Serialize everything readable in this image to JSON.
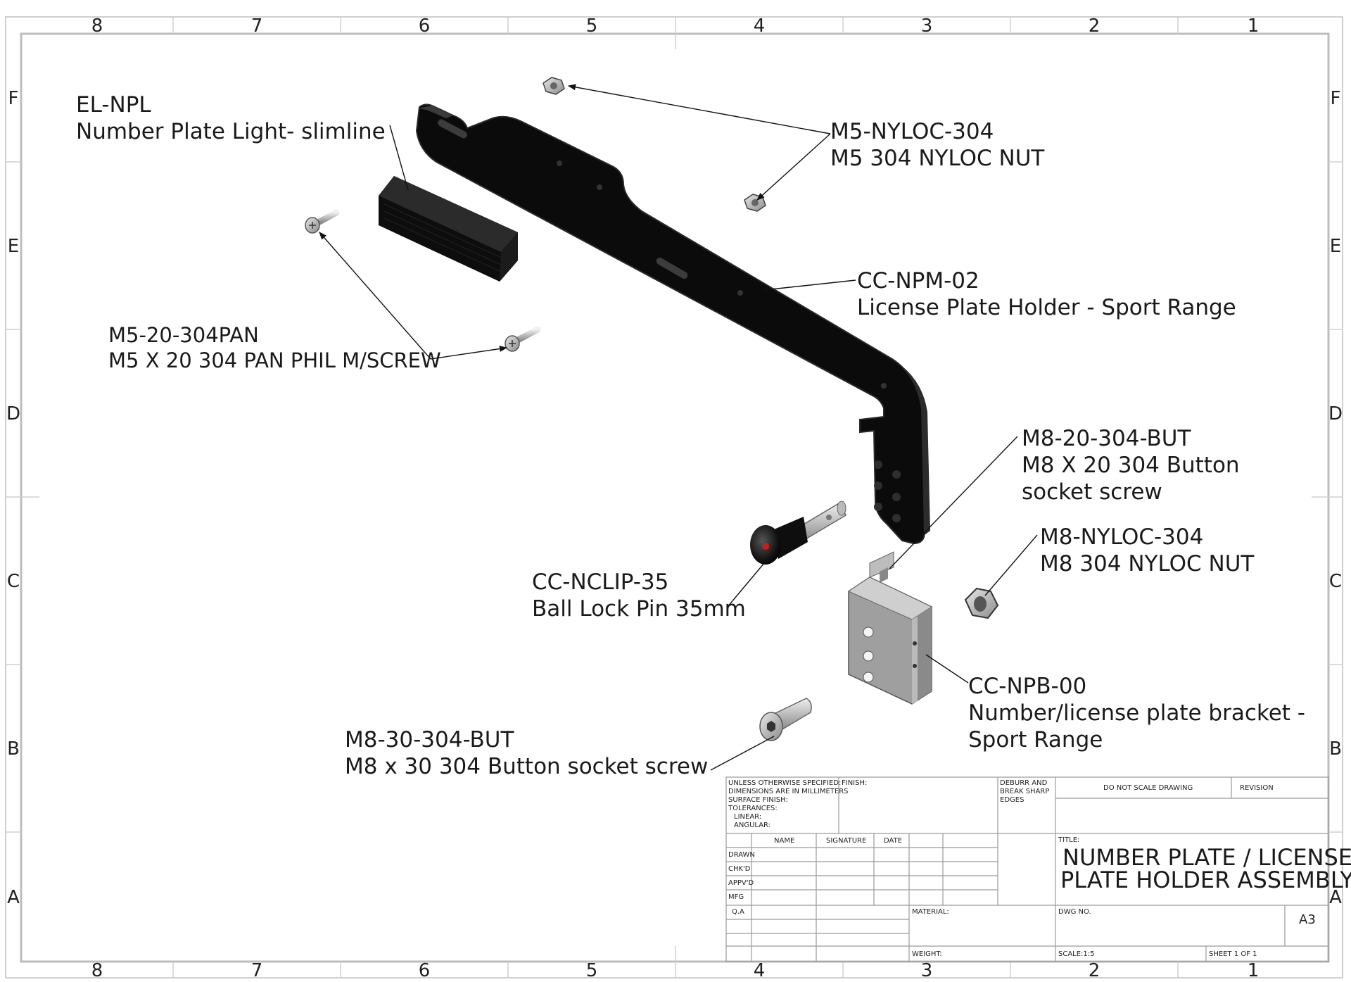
{
  "zones": {
    "columns": [
      "8",
      "7",
      "6",
      "5",
      "4",
      "3",
      "2",
      "1"
    ],
    "rows": [
      "F",
      "E",
      "D",
      "C",
      "B",
      "A"
    ]
  },
  "callouts": {
    "el_npl": {
      "part": "EL-NPL",
      "desc": "Number Plate Light- slimline"
    },
    "m5_nyloc": {
      "part": "M5-NYLOC-304",
      "desc": "M5 304 NYLOC NUT"
    },
    "cc_npm": {
      "part": "CC-NPM-02",
      "desc": "License Plate Holder - Sport Range"
    },
    "m5_screw": {
      "part": "M5-20-304PAN",
      "desc": "M5 X 20 304 PAN PHIL M/SCREW"
    },
    "m8_20_but": {
      "part": "M8-20-304-BUT",
      "desc1": "M8 X 20 304 Button",
      "desc2": "socket screw"
    },
    "m8_nyloc": {
      "part": "M8-NYLOC-304",
      "desc": "M8 304 NYLOC NUT"
    },
    "cc_nclip": {
      "part": "CC-NCLIP-35",
      "desc": "Ball Lock Pin 35mm"
    },
    "cc_npb": {
      "part": "CC-NPB-00",
      "desc1": "Number/license plate bracket -",
      "desc2": "Sport Range"
    },
    "m8_30_but": {
      "part": "M8-30-304-BUT",
      "desc": "M8 x 30 304 Button socket screw"
    }
  },
  "title_block": {
    "spec_lines": [
      "UNLESS OTHERWISE SPECIFIED:",
      "DIMENSIONS ARE IN MILLIMETERS",
      "SURFACE FINISH:",
      "TOLERANCES:",
      "LINEAR:",
      "ANGULAR:"
    ],
    "finish": "FINISH:",
    "deburr": [
      "DEBURR AND",
      "BREAK SHARP",
      "EDGES"
    ],
    "do_not_scale": "DO NOT SCALE DRAWING",
    "revision": "REVISION",
    "col_name": "NAME",
    "col_signature": "SIGNATURE",
    "col_date": "DATE",
    "rows": [
      "DRAWN",
      "CHK'D",
      "APPV'D",
      "MFG",
      "Q.A"
    ],
    "title_label": "TITLE:",
    "title_line1": "NUMBER PLATE / LICENSE",
    "title_line2": "PLATE HOLDER ASSEMBLY",
    "material": "MATERIAL:",
    "dwg_no": "DWG NO.",
    "size": "A3",
    "weight": "WEIGHT:",
    "scale": "SCALE:1:5",
    "sheet": "SHEET 1 OF 1"
  }
}
